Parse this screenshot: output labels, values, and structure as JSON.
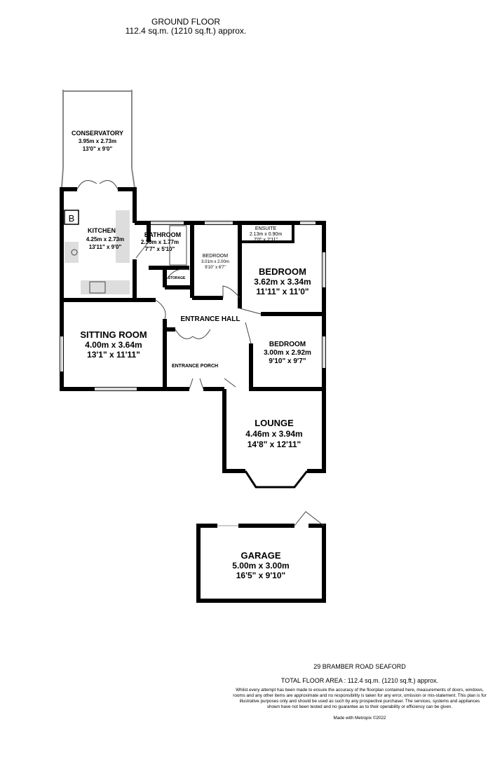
{
  "header": {
    "title": "GROUND FLOOR",
    "area": "112.4 sq.m. (1210 sq.ft.) approx."
  },
  "rooms": {
    "conservatory": {
      "name": "CONSERVATORY",
      "metric": "3.95m  x 2.73m",
      "imperial": "13'0\"  x 9'0\""
    },
    "kitchen": {
      "name": "KITCHEN",
      "metric": "4.25m  x 2.73m",
      "imperial": "13'11\"  x 9'0\""
    },
    "bathroom": {
      "name": "BATHROOM",
      "metric": "2.30m  x 1.77m",
      "imperial": "7'7\"  x 5'10\""
    },
    "bedroom_small": {
      "name": "BEDROOM",
      "metric": "3.01m  x 2.00m",
      "imperial": "9'10\"  x 6'7\""
    },
    "ensuite": {
      "name": "ENSUITE",
      "metric": "2.13m  x 0.90m",
      "imperial": "7'0\"  x 2'11\""
    },
    "bedroom_main": {
      "name": "BEDROOM",
      "metric": "3.62m  x 3.34m",
      "imperial": "11'11\"  x 11'0\""
    },
    "storage": {
      "name": "STORAGE"
    },
    "entrance_hall": {
      "name": "ENTRANCE HALL"
    },
    "sitting_room": {
      "name": "SITTING ROOM",
      "metric": "4.00m  x 3.64m",
      "imperial": "13'1\"  x 11'11\""
    },
    "bedroom_3": {
      "name": "BEDROOM",
      "metric": "3.00m  x 2.92m",
      "imperial": "9'10\"  x 9'7\""
    },
    "entrance_porch": {
      "name": "ENTRANCE PORCH"
    },
    "lounge": {
      "name": "LOUNGE",
      "metric": "4.46m  x 3.94m",
      "imperial": "14'8\"  x 12'11\""
    },
    "garage": {
      "name": "GARAGE",
      "metric": "5.00m  x 3.00m",
      "imperial": "16'5\"  x 9'10\""
    }
  },
  "boiler_label": "B",
  "footer": {
    "address": "29 BRAMBER ROAD SEAFORD",
    "total_area": "TOTAL FLOOR AREA : 112.4 sq.m. (1210 sq.ft.) approx.",
    "disclaimer": "Whilst every attempt has been made to ensure the accuracy of the floorplan contained here, measurements of doors, windows, rooms and any other items are approximate and no responsibility is taken for any error, omission or mis-statement. This plan is for illustrative purposes only and should be used as such by any prospective purchaser. The services, systems and appliances shown have not been tested and no guarantee as to their operability or efficiency can be given.",
    "credit": "Made with Metropix ©2022"
  }
}
